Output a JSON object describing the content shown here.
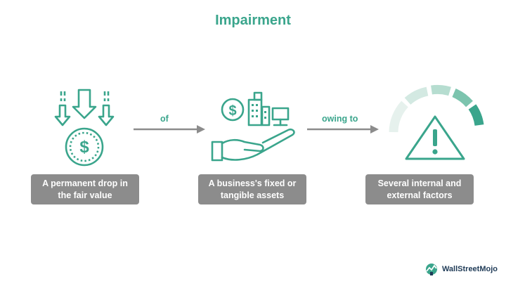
{
  "title": "Impairment",
  "steps": [
    {
      "line1": "A permanent drop in",
      "line2": "the fair value",
      "icon": "falling-value-coin-icon"
    },
    {
      "line1": "A business's fixed or",
      "line2": "tangible assets",
      "icon": "assets-in-hand-icon"
    },
    {
      "line1": "Several internal and",
      "line2": "external factors",
      "icon": "warning-gauge-icon"
    }
  ],
  "connectors": [
    "of",
    "owing to"
  ],
  "brand": "WallStreetMojo",
  "colors": {
    "accent": "#3aa58c",
    "box": "#8c8c8c",
    "arrow": "#8c8c8c",
    "gauge_light": "#d3e9e2"
  }
}
